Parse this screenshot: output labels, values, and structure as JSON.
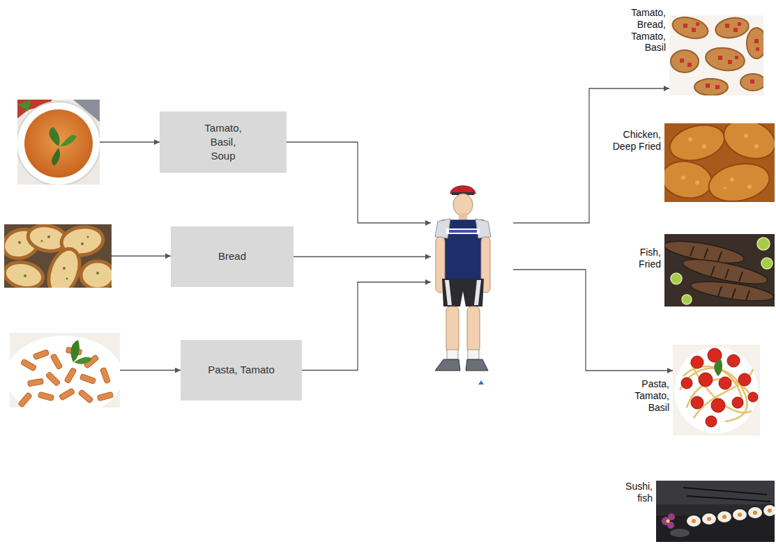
{
  "diagram": {
    "nodes": [
      {
        "text": []
      },
      {
        "text": [
          "Tamato, Basil, Soup"
        ]
      },
      {
        "text": []
      },
      {
        "text": [
          "Bread"
        ]
      },
      {
        "text": []
      },
      {
        "text": [
          "Pasta, Tamato"
        ]
      },
      {
        "text": []
      },
      {
        "text": [
          "Tamato, Bread, Tamato, Basil"
        ]
      },
      {
        "text": [
          "Chicken, Deep Fried"
        ]
      },
      {
        "text": [
          "Fish, Fried"
        ]
      },
      {
        "text": [
          "Pasta, Tamato, Basil"
        ]
      },
      {
        "text": [
          "Sushi, fish"
        ]
      }
    ],
    "edges": [
      {
        "from": 0,
        "to": 1,
        "arrow": "to"
      },
      {
        "from": 2,
        "to": 3,
        "arrow": "to"
      },
      {
        "from": 4,
        "to": 5,
        "arrow": "to"
      },
      {
        "from": 1,
        "to": 6,
        "arrow": "to"
      },
      {
        "from": 3,
        "to": 6,
        "arrow": "to"
      },
      {
        "from": 5,
        "to": 6,
        "arrow": "to"
      },
      {
        "from": 6,
        "to": 7,
        "arrow": "to"
      },
      {
        "from": 6,
        "to": 10,
        "arrow": "to"
      }
    ]
  }
}
